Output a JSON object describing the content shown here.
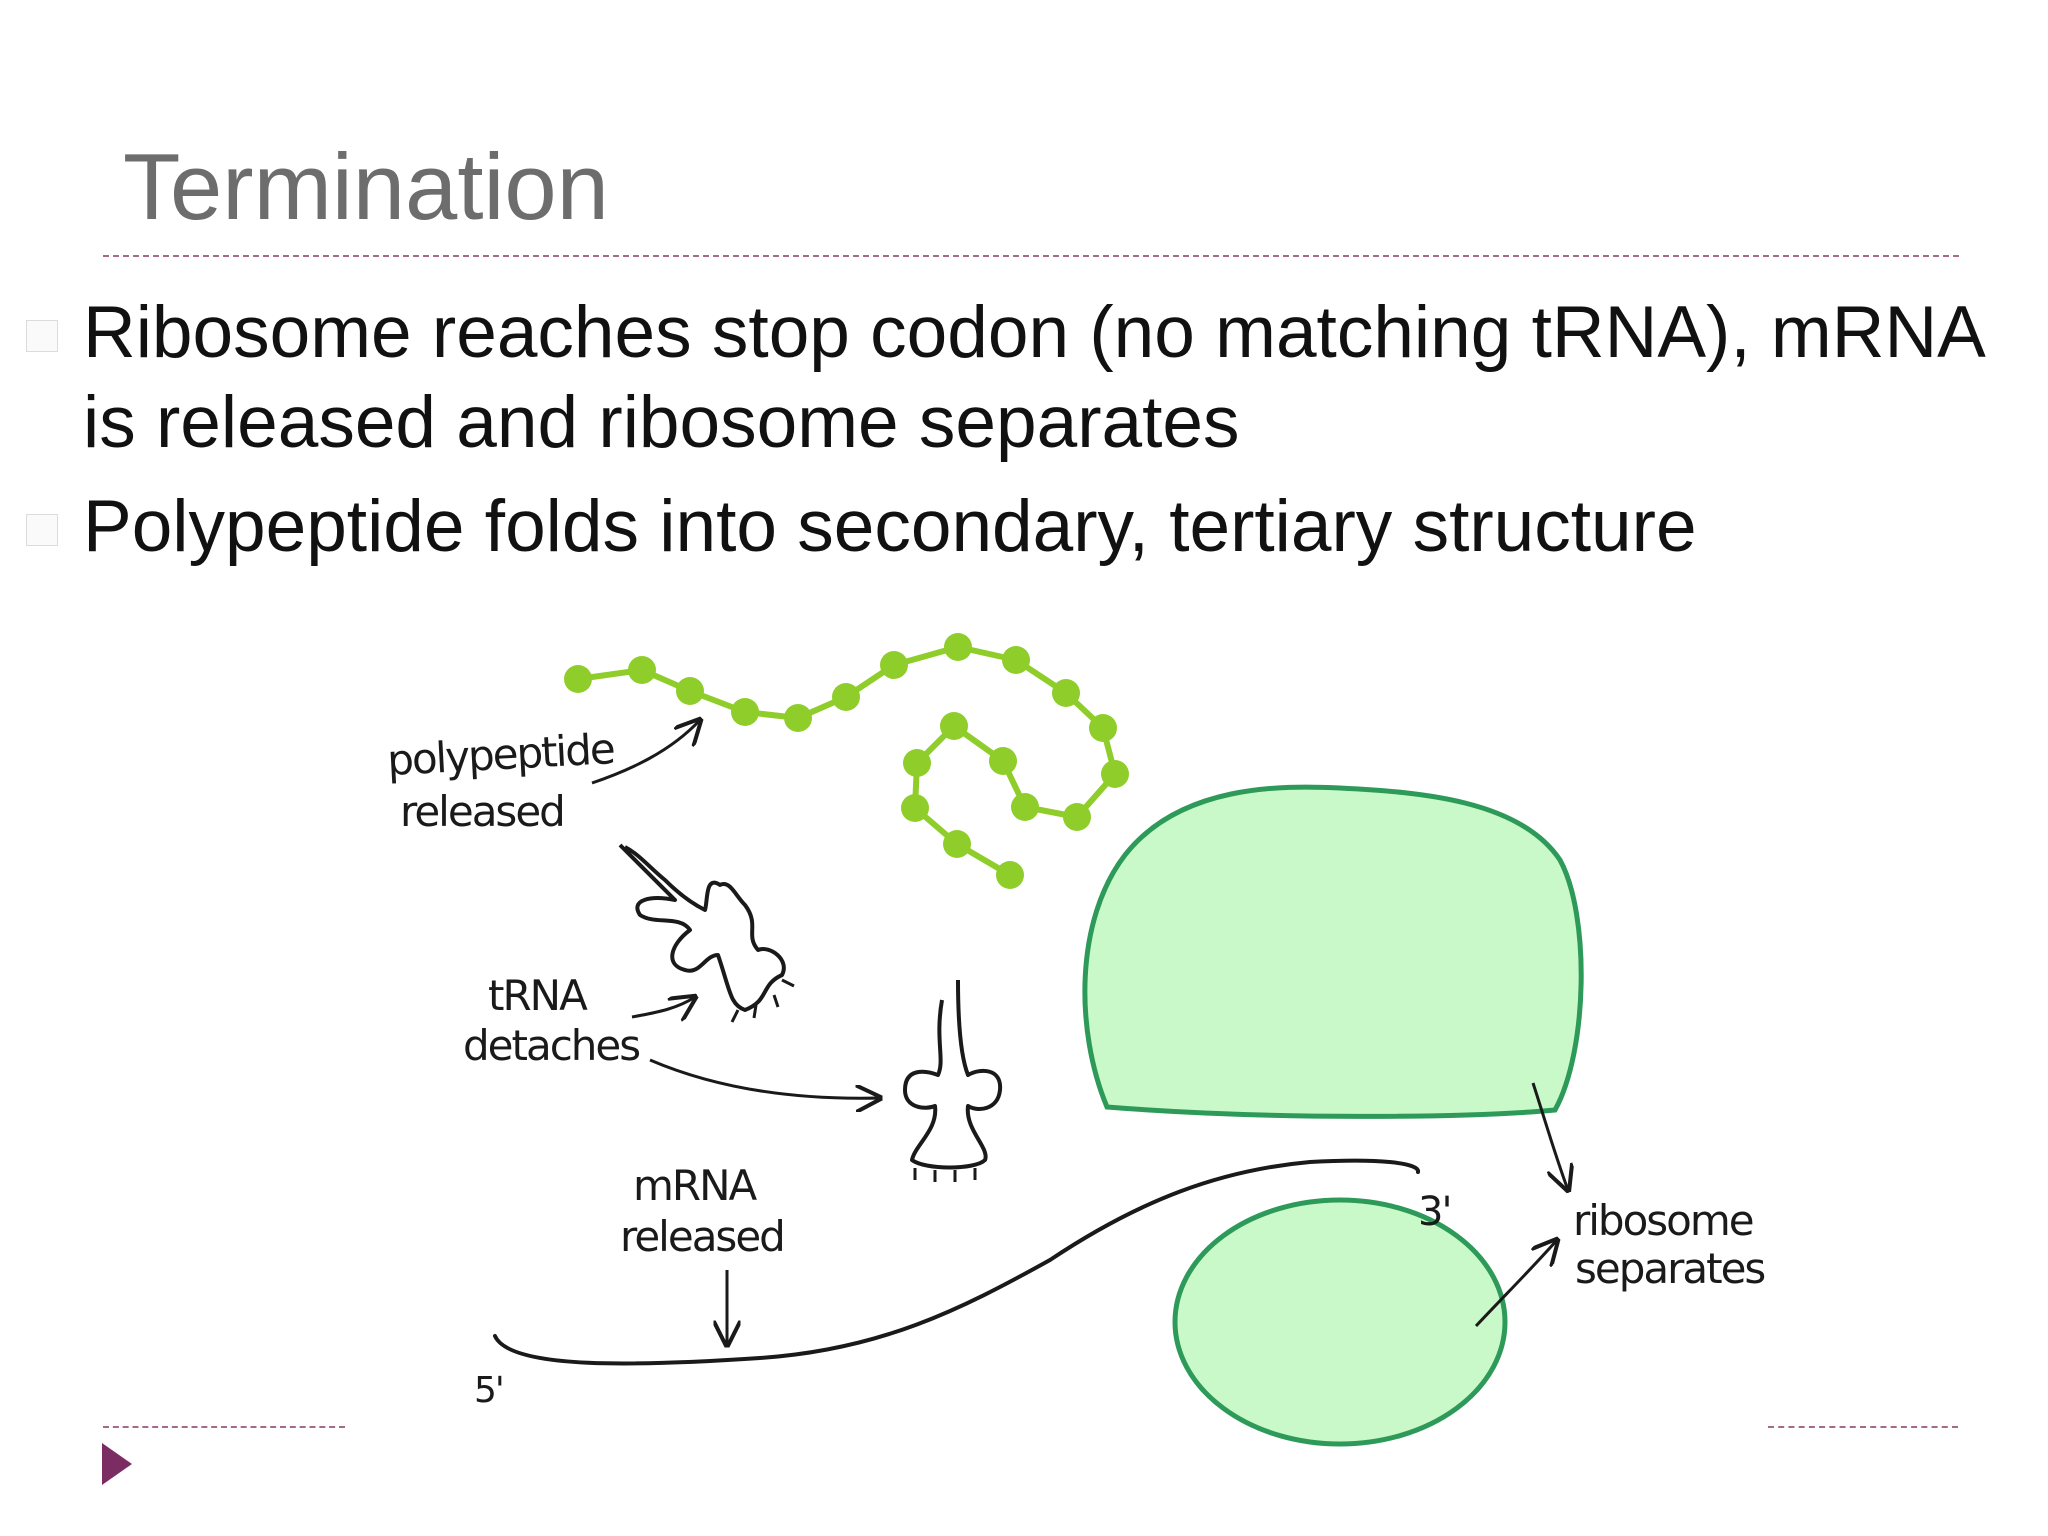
{
  "slide": {
    "title": "Termination",
    "bullets": [
      {
        "text": "Ribosome reaches stop codon (no matching tRNA), mRNA is released and ribosome separates"
      },
      {
        "text": "Polypeptide folds into secondary, tertiary structure"
      }
    ]
  },
  "diagram": {
    "labels": {
      "polypeptide": [
        "polypeptide",
        "released"
      ],
      "trna": [
        "tRNA",
        "detaches"
      ],
      "mrna": [
        "mRNA",
        "released"
      ],
      "ribosome": [
        "ribosome",
        "separates"
      ],
      "five_prime": "5'",
      "three_prime": "3'"
    },
    "colors": {
      "bead": "#8fcd2a",
      "ribosome_fill": "#c9f9c9",
      "ribosome_stroke": "#2e9a5a",
      "accent": "#7b2d63"
    }
  },
  "nav": {
    "icon": "play-arrow-icon"
  }
}
